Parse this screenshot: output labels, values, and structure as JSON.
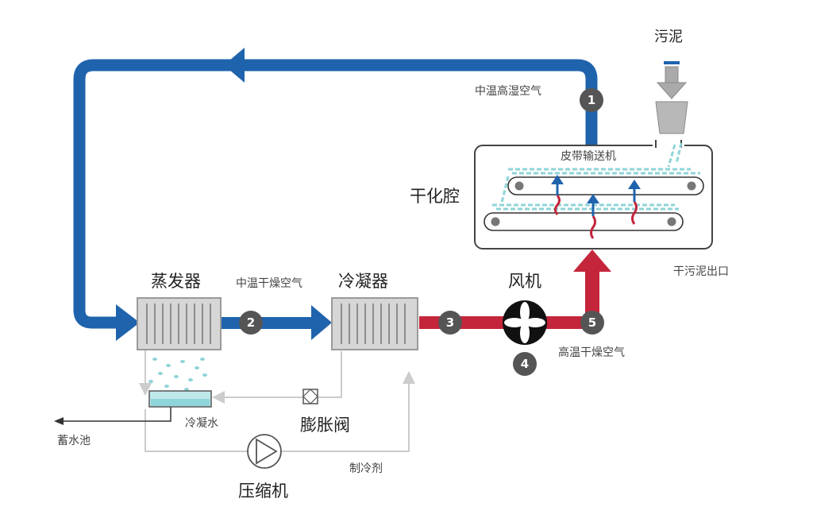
{
  "labels": {
    "sludge": "污泥",
    "mid_temp_humid_air": "中温高湿空气",
    "belt_conveyor": "皮带输送机",
    "drying_chamber": "干化腔",
    "dry_sludge_outlet": "干污泥出口",
    "evaporator": "蒸发器",
    "mid_temp_dry_air": "中温干燥空气",
    "condenser": "冷凝器",
    "fan": "风机",
    "high_temp_dry_air": "高温干燥空气",
    "condensate": "冷凝水",
    "expansion_valve": "膨胀阀",
    "storage_tank": "蓄水池",
    "refrigerant": "制冷剂",
    "compressor": "压缩机"
  },
  "markers": [
    "1",
    "2",
    "3",
    "4",
    "5"
  ],
  "colors": {
    "cool_air": "#1f63ad",
    "hot_air": "#c4253b",
    "refrigerant_line": "#cccccc",
    "unit_gray": "#c9c9c9",
    "marker": "#555555",
    "water": "#8fd4d8"
  }
}
